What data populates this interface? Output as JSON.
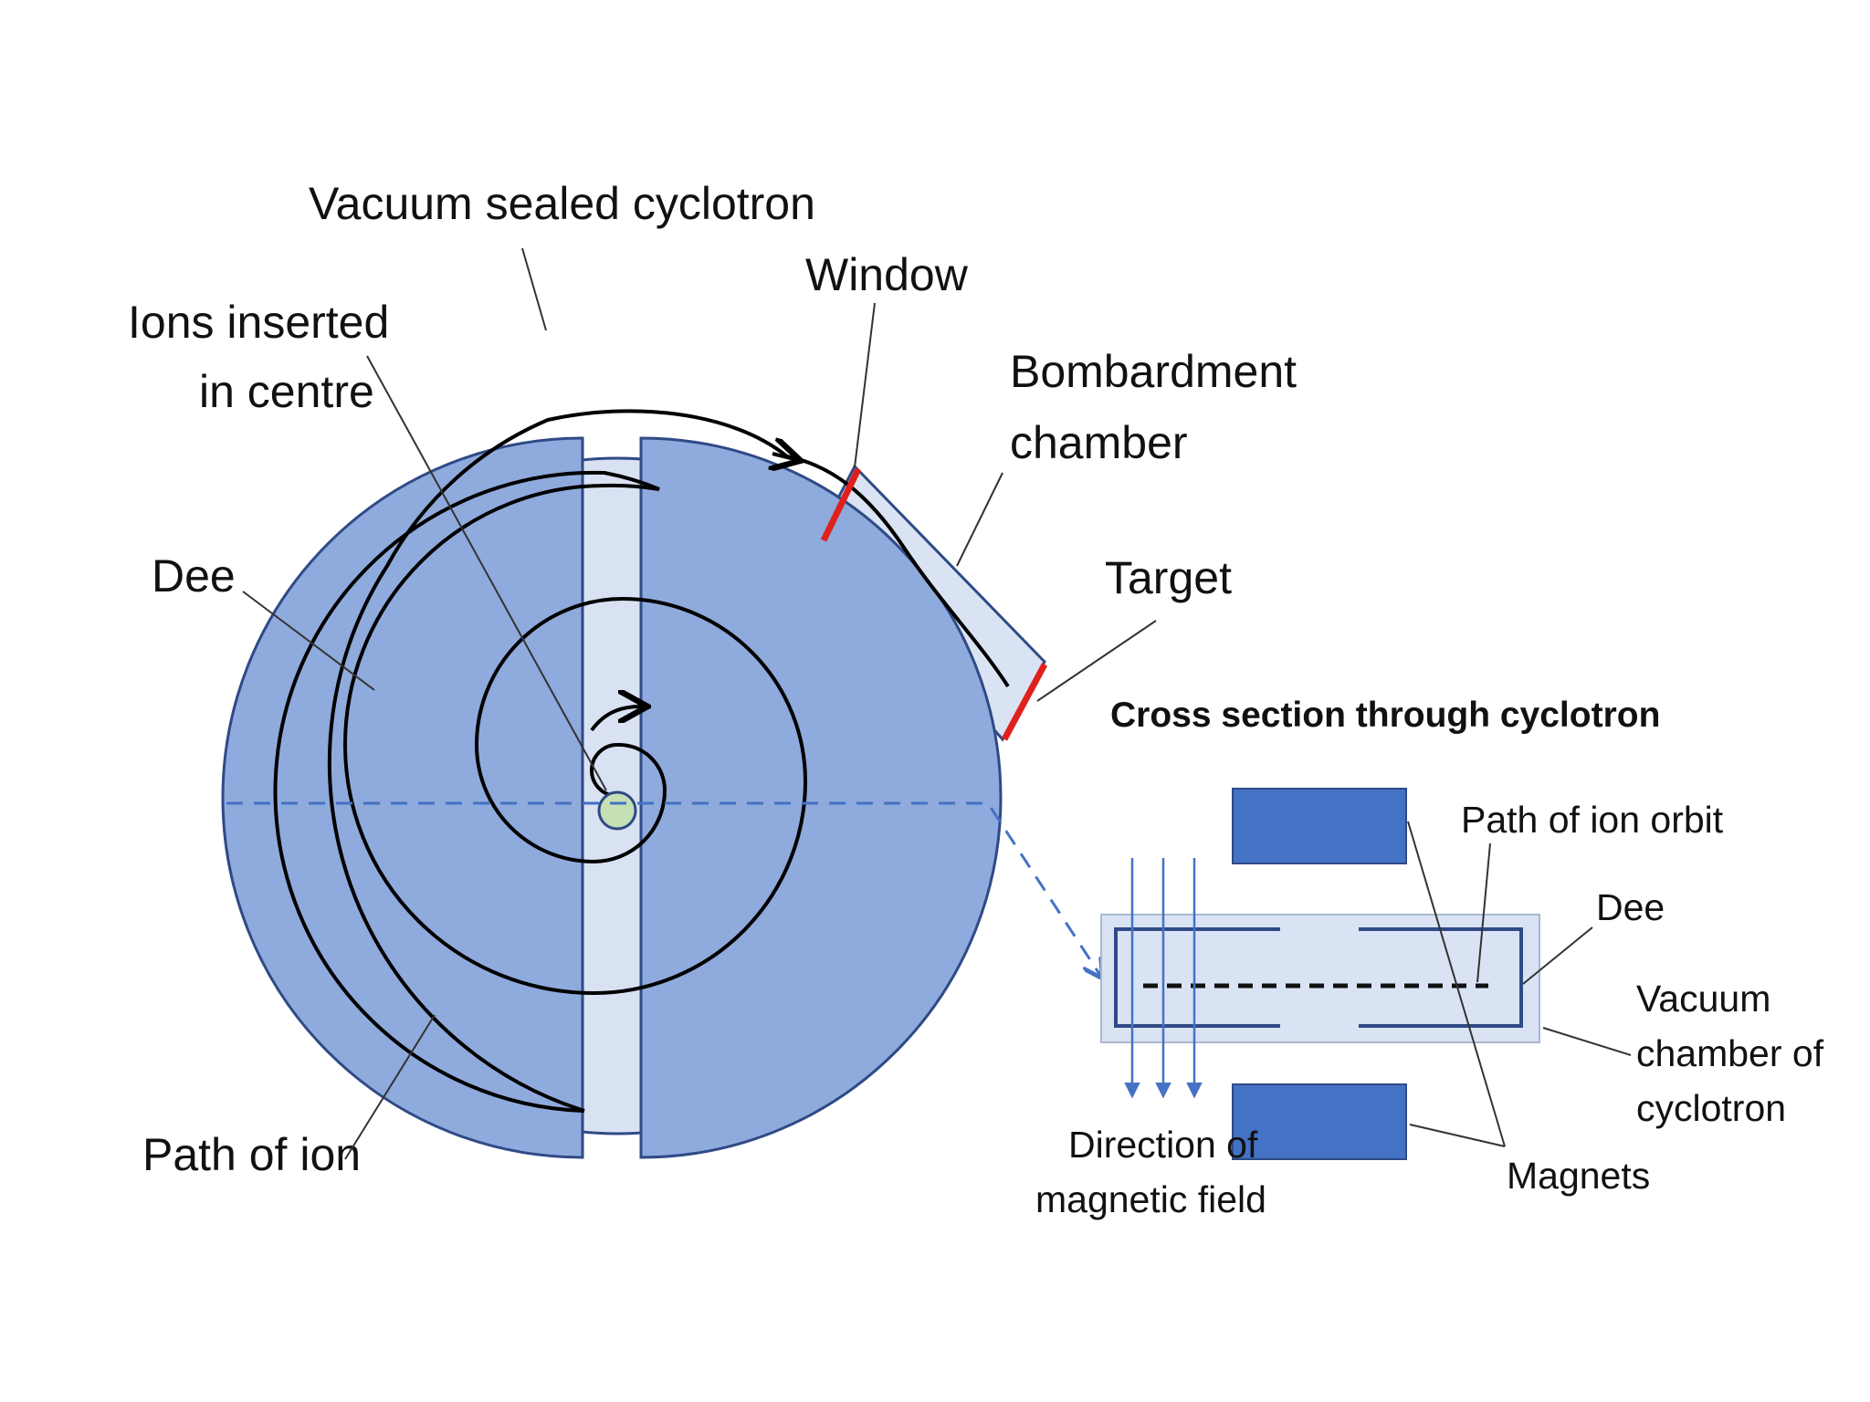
{
  "labels": {
    "vacuum_sealed": "Vacuum sealed cyclotron",
    "ions_inserted_1": "Ions inserted",
    "ions_inserted_2": "in centre",
    "window": "Window",
    "bombardment_1": "Bombardment",
    "bombardment_2": "chamber",
    "dee": "Dee",
    "target": "Target",
    "path_of_ion": "Path of ion",
    "cross_section_title": "Cross section through cyclotron",
    "path_of_ion_orbit": "Path of ion orbit",
    "dee_cross": "Dee",
    "vacuum_chamber_1": "Vacuum",
    "vacuum_chamber_2": "chamber of",
    "vacuum_chamber_3": "cyclotron",
    "direction_1": "Direction of",
    "direction_2": "magnetic field",
    "magnets": "Magnets"
  },
  "colors": {
    "outer_disc": "#d9e2f3",
    "dee_fill": "#8faadc",
    "border": "#2f4a86",
    "magnet": "#4472c4",
    "window_red": "#e0201c",
    "ion_source": "#c5e0b4",
    "chamber_fill": "#dae3f3"
  }
}
